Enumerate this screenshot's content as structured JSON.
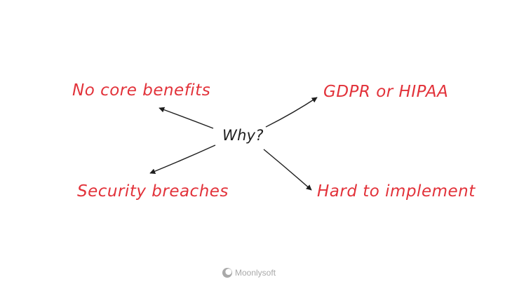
{
  "diagram": {
    "center": "Why?",
    "branches": [
      {
        "id": "tl",
        "label": "No core benefits"
      },
      {
        "id": "tr",
        "label": "GDPR or HIPAA"
      },
      {
        "id": "bl",
        "label": "Security breaches"
      },
      {
        "id": "br",
        "label": "Hard to implement"
      }
    ]
  },
  "brand": {
    "name": "Moonlysoft",
    "icon": "moon-logo-icon"
  },
  "colors": {
    "branch_text": "#e2323a",
    "center_text": "#1e1e1e",
    "arrow": "#1e1e1e",
    "brand_text": "#a9a9a9",
    "background": "#ffffff"
  }
}
